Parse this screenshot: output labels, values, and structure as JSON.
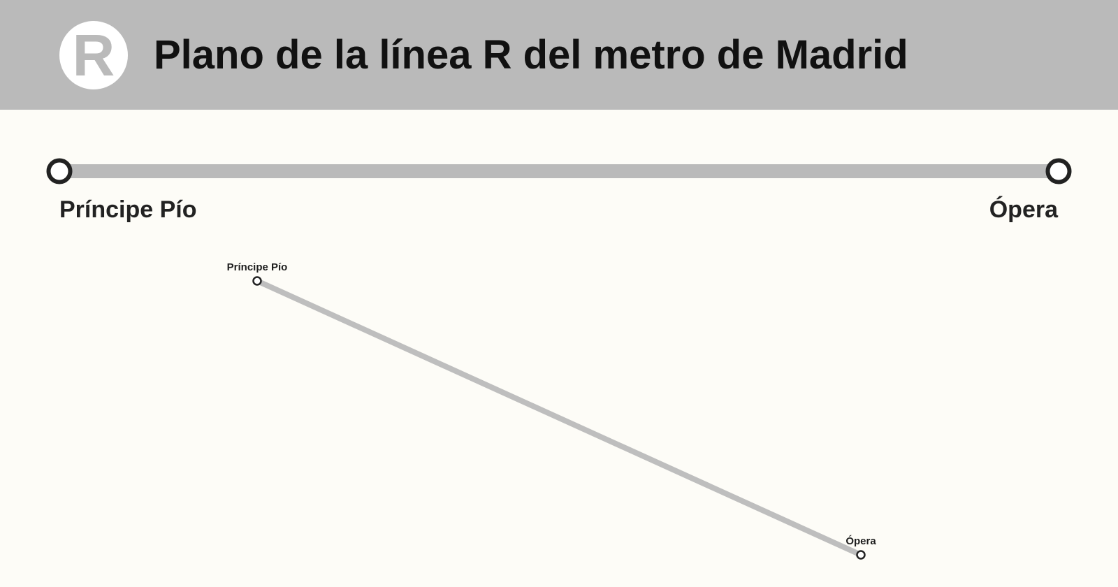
{
  "header": {
    "badge_letter": "R",
    "title": "Plano de la línea R del metro de Madrid"
  },
  "line": {
    "color": "#bababa",
    "stations": [
      "Príncipe Pío",
      "Ópera"
    ]
  },
  "strip": {
    "start_label": "Príncipe Pío",
    "end_label": "Ópera"
  },
  "map": {
    "stations": [
      {
        "name": "Príncipe Pío"
      },
      {
        "name": "Ópera"
      }
    ]
  }
}
